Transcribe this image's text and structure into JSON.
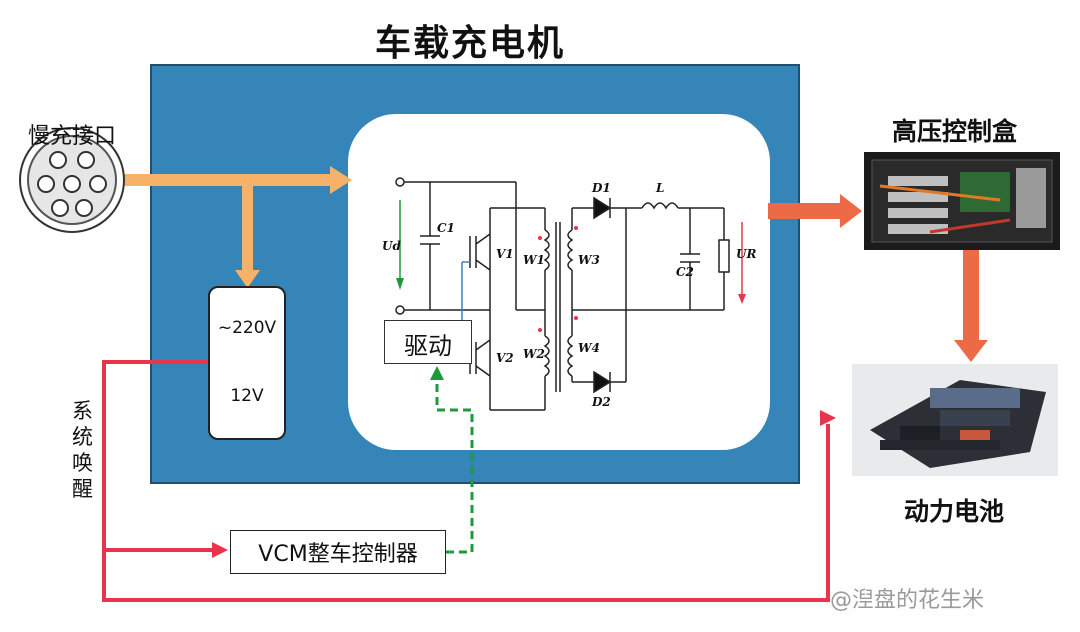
{
  "title": "车载充电机",
  "labels": {
    "slow_charge_port": "慢充接口",
    "hv_control_box": "高压控制盒",
    "power_battery": "动力电池",
    "vcm": "VCM整车控制器",
    "wake_up": "系统唤醒",
    "driver": "驱动"
  },
  "converter": {
    "input": "~220V",
    "output": "12V"
  },
  "circuit": {
    "Ud": "Ud",
    "C1": "C1",
    "V1": "V1",
    "V2": "V2",
    "W1": "W1",
    "W2": "W2",
    "W3": "W3",
    "W4": "W4",
    "D1": "D1",
    "D2": "D2",
    "L": "L",
    "C2": "C2",
    "UR": "UR"
  },
  "watermark": "@湼盘的花生米",
  "colors": {
    "frame_blue": "#3585b8",
    "ac_arrow": "#f5b268",
    "dc_arrow": "#ec6a46",
    "wake_line": "#e8354c",
    "signal_dash": "#1e9a3c"
  }
}
